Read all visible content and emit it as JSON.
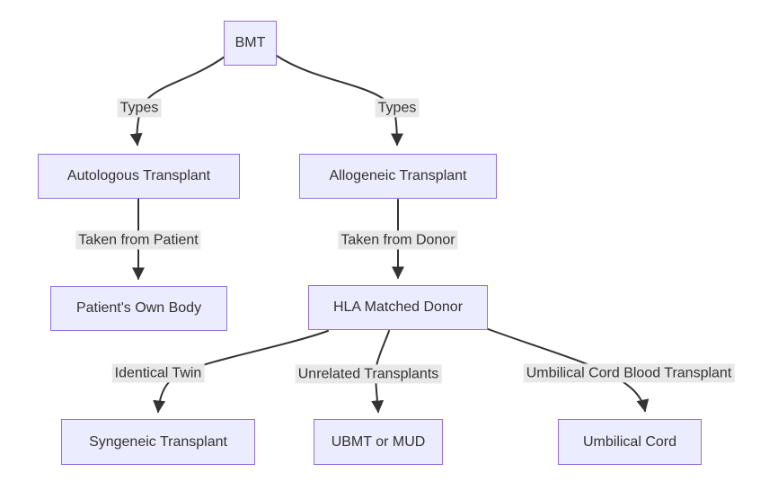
{
  "colors": {
    "node_fill": "#ECECFF",
    "node_border": "#9370DB",
    "edge_line": "#333333",
    "edge_label_bg": "#e8e8e8",
    "text": "#333333",
    "background": "#ffffff"
  },
  "nodes": {
    "bmt": "BMT",
    "autologous": "Autologous Transplant",
    "allogeneic": "Allogeneic Transplant",
    "patients_own_body": "Patient's Own Body",
    "hla_matched_donor": "HLA Matched Donor",
    "syngeneic": "Syngeneic Transplant",
    "ubmt_or_mud": "UBMT or MUD",
    "umbilical_cord": "Umbilical Cord"
  },
  "edges": [
    {
      "from": "BMT",
      "to": "Autologous Transplant",
      "label": "Types"
    },
    {
      "from": "BMT",
      "to": "Allogeneic Transplant",
      "label": "Types"
    },
    {
      "from": "Autologous Transplant",
      "to": "Patient's Own Body",
      "label": "Taken from Patient"
    },
    {
      "from": "Allogeneic Transplant",
      "to": "HLA Matched Donor",
      "label": "Taken from Donor"
    },
    {
      "from": "HLA Matched Donor",
      "to": "Syngeneic Transplant",
      "label": "Identical Twin"
    },
    {
      "from": "HLA Matched Donor",
      "to": "UBMT or MUD",
      "label": "Unrelated Transplants"
    },
    {
      "from": "HLA Matched Donor",
      "to": "Umbilical Cord",
      "label": "Umbilical Cord Blood Transplant"
    }
  ]
}
